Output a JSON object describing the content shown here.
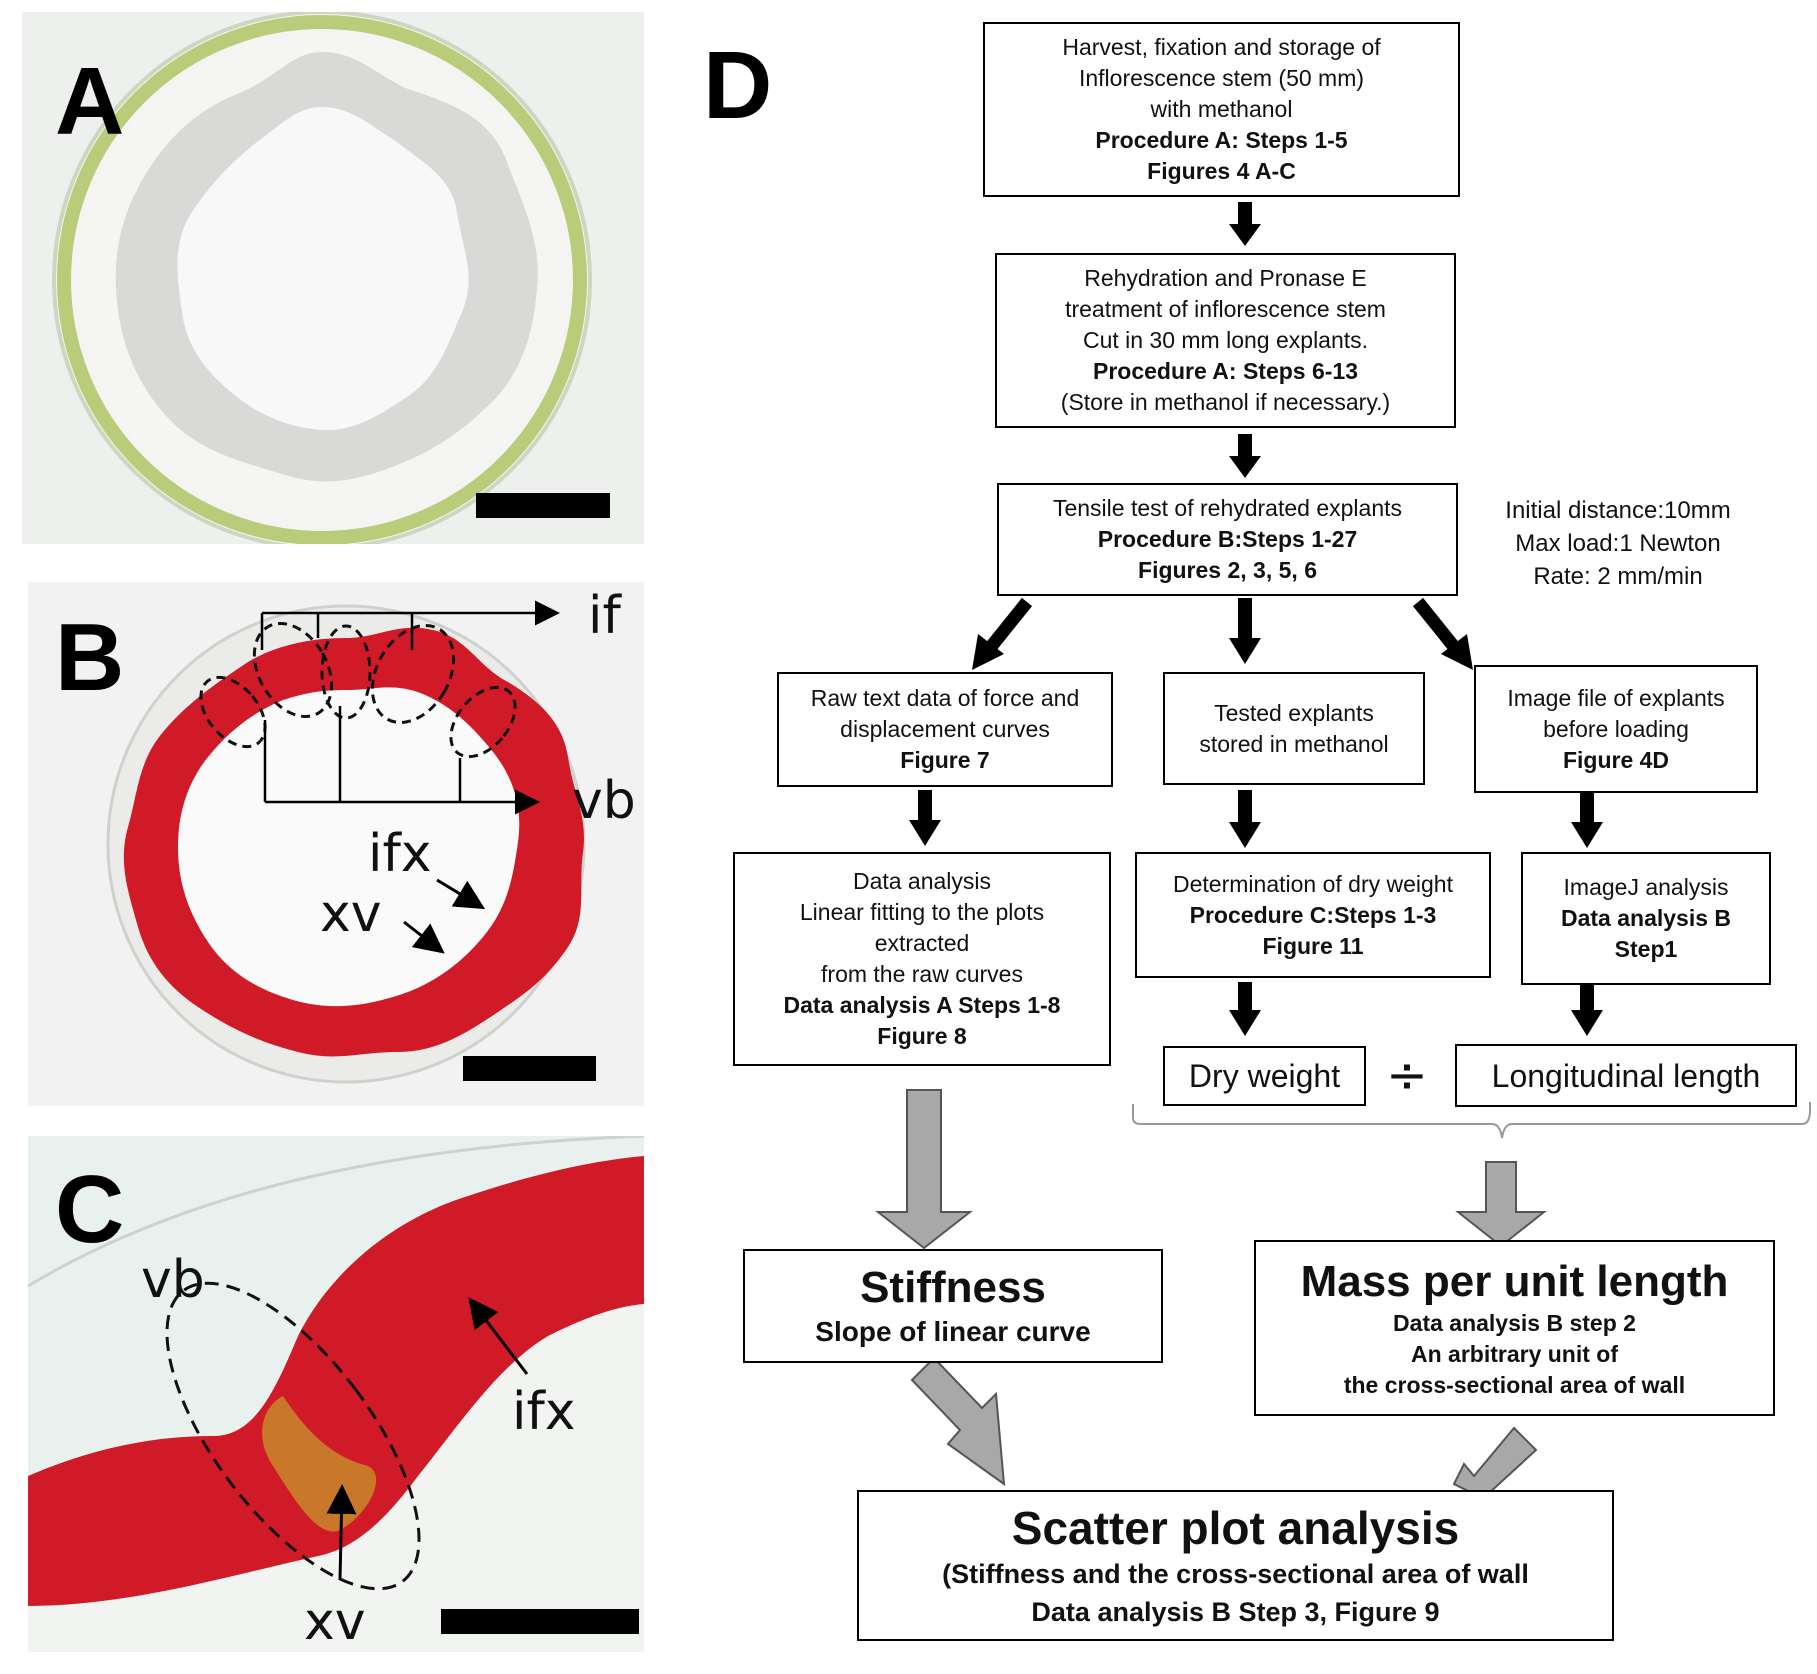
{
  "panels": {
    "a": {
      "letter": "A"
    },
    "b": {
      "letter": "B",
      "labels": {
        "if": "if",
        "vb": "vb",
        "ifx": "ifx",
        "xv": "xv"
      }
    },
    "c": {
      "letter": "C",
      "labels": {
        "vb": "vb",
        "ifx": "ifx",
        "xv": "xv"
      }
    },
    "d": {
      "letter": "D"
    }
  },
  "colors": {
    "stain_red": "#d01a28",
    "tissue_green": "#b8cc7a",
    "arrow_gray": "#a8a8a8",
    "background": "#ffffff"
  },
  "flow": {
    "box1": {
      "lines": [
        "Harvest, fixation and storage of",
        "Inflorescence stem (50 mm)",
        "with methanol"
      ],
      "bold": [
        "Procedure A: Steps 1-5",
        "Figures 4 A-C"
      ]
    },
    "box2": {
      "lines": [
        "Rehydration and Pronase E",
        "treatment of  inflorescence stem",
        "Cut in 30 mm long explants."
      ],
      "bold": "Procedure A: Steps 6-13",
      "tail": "(Store in methanol  if necessary.)"
    },
    "box3": {
      "line": "Tensile test of rehydrated explants",
      "bold": [
        "Procedure B:Steps 1-27",
        "Figures 2, 3, 5, 6"
      ]
    },
    "test_params": [
      "Initial distance:10mm",
      "Max load:1 Newton",
      "Rate: 2 mm/min"
    ],
    "box_raw": {
      "lines": [
        "Raw text data of force and",
        "displacement curves"
      ],
      "bold": "Figure 7"
    },
    "box_tested": {
      "lines": [
        "Tested explants",
        "stored in methanol"
      ]
    },
    "box_image": {
      "lines": [
        "Image file of explants",
        "before loading"
      ],
      "bold": "Figure 4D"
    },
    "box_analysis_a": {
      "lines": [
        "Data analysis",
        "Linear fitting to the plots",
        "extracted",
        "from the raw curves"
      ],
      "bold": [
        "Data analysis A Steps 1-8",
        "Figure 8"
      ]
    },
    "box_dry": {
      "line": "Determination of dry weight",
      "bold": [
        "Procedure C:Steps 1-3",
        "Figure 11"
      ]
    },
    "box_imagej": {
      "line": "ImageJ analysis",
      "bold": [
        "Data analysis B",
        "Step1"
      ]
    },
    "box_dryweight": "Dry weight",
    "divide_symbol": "÷",
    "box_length": "Longitudinal length",
    "box_stiffness": {
      "title": "Stiffness",
      "sub": "Slope of linear curve"
    },
    "box_mass": {
      "title": "Mass per unit length",
      "bold": [
        "Data analysis B step 2",
        "An arbitrary unit of",
        "the cross-sectional area of wall"
      ]
    },
    "box_scatter": {
      "title": "Scatter plot analysis",
      "bold": [
        "(Stiffness and the cross-sectional  area of wall",
        "Data analysis B Step 3, Figure 9"
      ]
    }
  }
}
